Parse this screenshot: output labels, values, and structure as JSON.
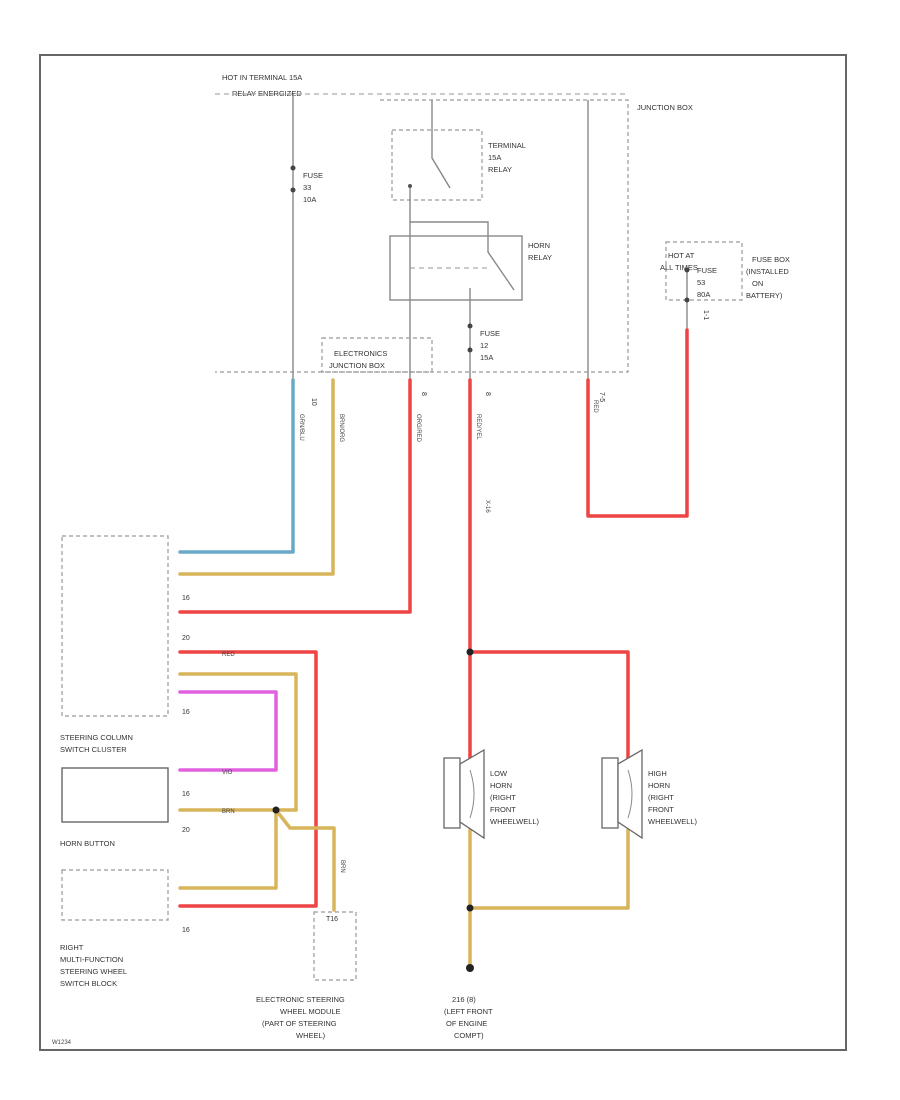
{
  "power": {
    "hot_in_terminal_15a_line1": "HOT IN TERMINAL 15A",
    "hot_in_terminal_15a_line2": "RELAY ENERGIZED",
    "hot_at_all_times_line1": "HOT AT",
    "hot_at_all_times_line2": "ALL TIMES"
  },
  "junction_box": {
    "label": "JUNCTION BOX",
    "terminal_relay_line1": "TERMINAL",
    "terminal_relay_line2": "15A",
    "terminal_relay_line3": "RELAY",
    "horn_relay_line1": "HORN",
    "horn_relay_line2": "RELAY"
  },
  "fuses": {
    "fuse_a_line1": "FUSE",
    "fuse_a_line2": "33",
    "fuse_a_line3": "10A",
    "fuse_b_line1": "FUSE",
    "fuse_b_line2": "12",
    "fuse_b_line3": "15A",
    "fuse_c_line1": "FUSE",
    "fuse_c_line2": "53",
    "fuse_c_line3": "80A"
  },
  "fuse_box_battery": {
    "line1": "FUSE BOX",
    "line2": "(INSTALLED",
    "line3": "ON",
    "line4": "BATTERY)"
  },
  "electronics_junction_box": {
    "line1": "ELECTRONICS",
    "line2": "JUNCTION BOX"
  },
  "connector_pins": {
    "ejb_pin1": "10",
    "ejb_pin2": "8",
    "ejb_pin3": "8",
    "jb_pin": "7-5",
    "fb_pin": "1-1",
    "harness_label": "X-16"
  },
  "wire_labels": {
    "grn_blu": "GRN/BLU",
    "brn_org": "BRN/ORG",
    "org_red": "ORG/RED",
    "red_yel": "RED/YEL",
    "red_a": "RED",
    "brn_b": "BRN",
    "vio": "VIO"
  },
  "steering_column_cluster": {
    "line1": "STEERING COLUMN",
    "line2": "SWITCH CLUSTER",
    "pin_a": "16",
    "pin_b": "20",
    "pin_c": "16"
  },
  "horn_button": {
    "label": "HORN BUTTON",
    "pin_a": "16",
    "pin_b": "20"
  },
  "right_mfsw_switch_block": {
    "line1": "RIGHT",
    "line2": "MULTI-FUNCTION",
    "line3": "STEERING WHEEL",
    "line4": "SWITCH BLOCK",
    "pin": "16"
  },
  "electronic_steering_wheel_module": {
    "line1": "ELECTRONIC STEERING",
    "line2": "WHEEL MODULE",
    "line3": "(PART OF STEERING",
    "line4": "WHEEL)",
    "pin": "T16"
  },
  "low_horn": {
    "line1": "LOW",
    "line2": "HORN",
    "line3": "(RIGHT",
    "line4": "FRONT",
    "line5": "WHEELWELL)"
  },
  "high_horn": {
    "line1": "HIGH",
    "line2": "HORN",
    "line3": "(RIGHT",
    "line4": "FRONT",
    "line5": "WHEELWELL)"
  },
  "ground": {
    "line1": "216 (8)",
    "line2": "(LEFT FRONT",
    "line3": "OF ENGINE",
    "line4": "COMPT)"
  },
  "footer": {
    "code": "W1234"
  },
  "colors": {
    "red": "#ee4444",
    "tan": "#d8b45a",
    "blue": "#6aa8c8",
    "violet": "#e060e0",
    "frame": "#666666"
  }
}
